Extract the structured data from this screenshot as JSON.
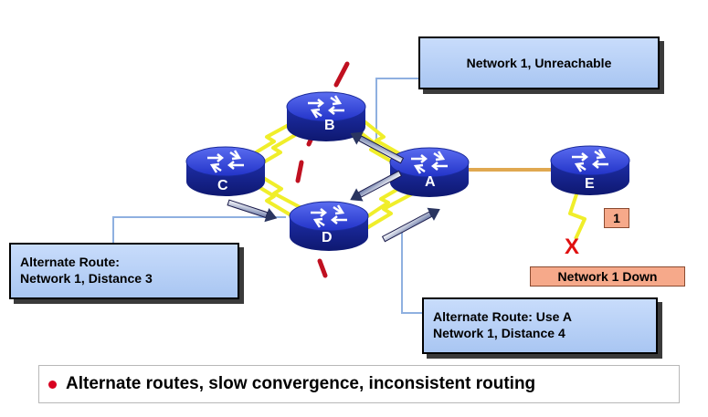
{
  "routers": [
    {
      "id": "A",
      "label": "A"
    },
    {
      "id": "B",
      "label": "B"
    },
    {
      "id": "C",
      "label": "C"
    },
    {
      "id": "D",
      "label": "D"
    },
    {
      "id": "E",
      "label": "E"
    }
  ],
  "callouts": {
    "network1_unreachable": "Network 1, Unreachable",
    "alt_route_left": {
      "line1": "Alternate Route:",
      "line2": "Network 1, Distance 3"
    },
    "alt_route_right": {
      "line1": "Alternate Route:  Use A",
      "line2": "Network 1, Distance 4"
    }
  },
  "network_e": {
    "hop_count": "1",
    "failure_mark": "X",
    "status": "Network 1 Down"
  },
  "legend": {
    "text": "Alternate routes, slow convergence, inconsistent routing"
  },
  "colors": {
    "router_blue": "#2a3fd0",
    "serial_link": "#f0ee2a",
    "ethernet_link": "#e0a850",
    "callout_fill": "#b4cdf7",
    "salmon": "#f6a98a",
    "bullet": "#d80020"
  }
}
